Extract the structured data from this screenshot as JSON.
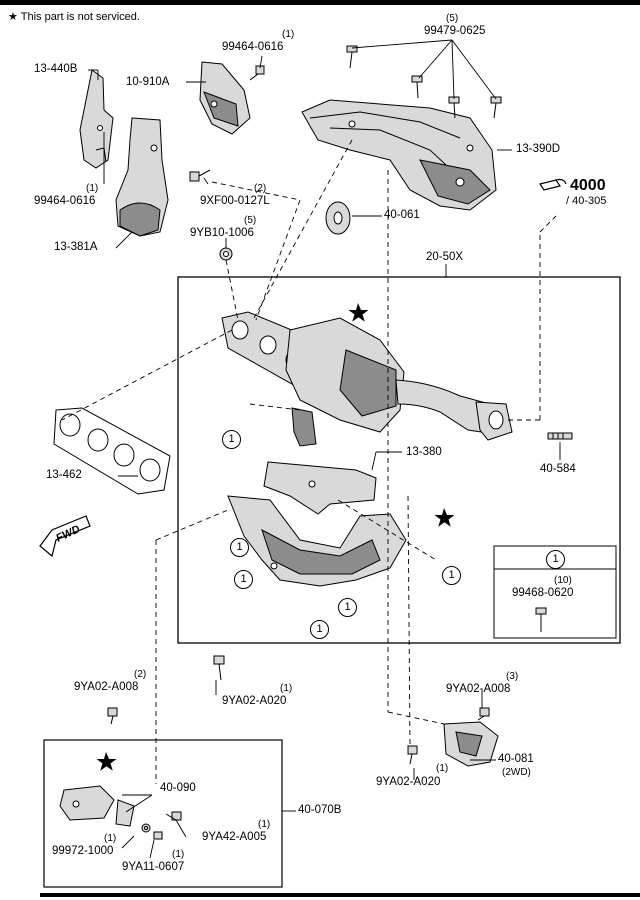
{
  "note": {
    "symbol": "★",
    "text": "This part is not serviced."
  },
  "parts": {
    "p99464_0616_top": {
      "num": "99464-0616",
      "qty": "(1)"
    },
    "p10_910a": {
      "num": "10-910A"
    },
    "p13_440b": {
      "num": "13-440B"
    },
    "p99479_0625": {
      "num": "99479-0625",
      "qty": "(5)"
    },
    "p13_390d": {
      "num": "13-390D"
    },
    "p99464_0616_left": {
      "num": "99464-0616",
      "qty": "(1)"
    },
    "p9xf00_0127l": {
      "num": "9XF00-0127L",
      "qty": "(2)"
    },
    "p9yb10_1006": {
      "num": "9YB10-1006",
      "qty": "(5)"
    },
    "p13_381a": {
      "num": "13-381A"
    },
    "p40_061": {
      "num": "40-061"
    },
    "p4000": {
      "num": "4000",
      "sub": "/ 40-305"
    },
    "p20_50x": {
      "num": "20-50X"
    },
    "p13_462": {
      "num": "13-462"
    },
    "p13_380": {
      "num": "13-380"
    },
    "p40_584": {
      "num": "40-584"
    },
    "p99468_0620": {
      "num": "99468-0620",
      "qty": "(10)"
    },
    "p9ya02_a008_left": {
      "num": "9YA02-A008",
      "qty": "(2)"
    },
    "p9ya02_a020_mid": {
      "num": "9YA02-A020",
      "qty": "(1)"
    },
    "p9ya02_a008_right": {
      "num": "9YA02-A008",
      "qty": "(3)"
    },
    "p40_081": {
      "num": "40-081",
      "sub": "(2WD)"
    },
    "p9ya02_a020_low": {
      "num": "9YA02-A020",
      "qty": "(1)"
    },
    "p40_090": {
      "num": "40-090"
    },
    "p40_070b": {
      "num": "40-070B"
    },
    "p9ya42_a005": {
      "num": "9YA42-A005",
      "qty": "(1)"
    },
    "p99972_1000": {
      "num": "99972-1000",
      "qty": "(1)"
    },
    "p9ya11_0607": {
      "num": "9YA11-0607",
      "qty": "(1)"
    }
  },
  "callout_marker": "1",
  "fwd": "FWD",
  "colors": {
    "line": "#000000",
    "part_fill": "#d9d9d9",
    "part_shade": "#8c8c8c"
  }
}
